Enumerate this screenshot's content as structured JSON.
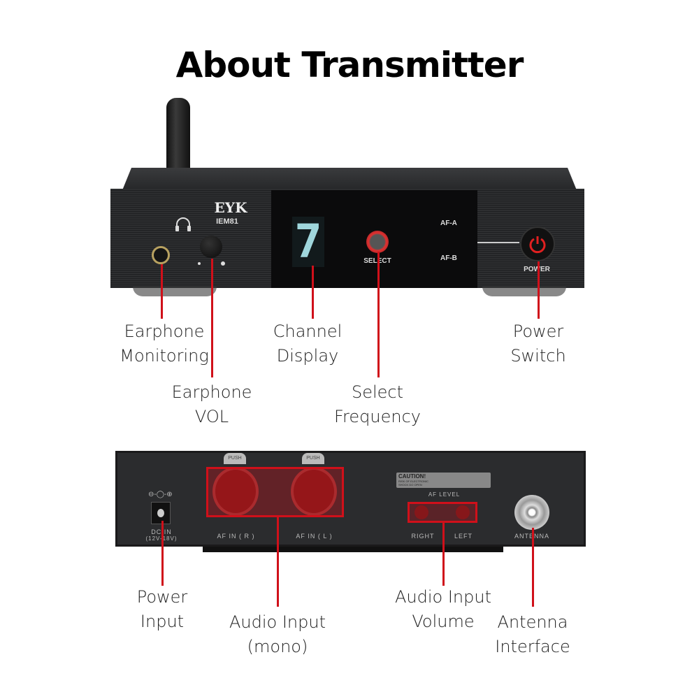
{
  "title": "About Transmitter",
  "front": {
    "brand": "EYK",
    "model": "IEM81",
    "channel_digit": "7",
    "select_label": "SELECT",
    "af_a": "AF-A",
    "af_b": "AF-B",
    "power_label": "POWER"
  },
  "rear": {
    "dc_in": "DC IN",
    "dc_range": "(12V-18V)",
    "push_label": "PUSH",
    "af_in_r": "AF IN ( R )",
    "af_in_l": "AF IN ( L )",
    "caution": "CAUTION!",
    "caution_sub": "RISK OF ELECTRONIC SHOCK DO OPEN",
    "af_level": "AF LEVEL",
    "right": "RIGHT",
    "left": "LEFT",
    "antenna": "ANTENNA"
  },
  "callouts": {
    "earphone_monitoring": [
      "Earphone",
      "Monitoring"
    ],
    "earphone_vol": [
      "Earphone",
      "VOL"
    ],
    "channel_display": [
      "Channel",
      "Display"
    ],
    "select_frequency": [
      "Select",
      "Frequency"
    ],
    "power_switch": [
      "Power",
      "Switch"
    ],
    "power_input": [
      "Power",
      "Input"
    ],
    "audio_input": [
      "Audio Input",
      "(mono)"
    ],
    "audio_input_volume": [
      "Audio Input",
      "Volume"
    ],
    "antenna_interface": [
      "Antenna",
      "Interface"
    ]
  },
  "colors": {
    "callout_line": "#d0101a",
    "highlight": "#c8101a"
  }
}
